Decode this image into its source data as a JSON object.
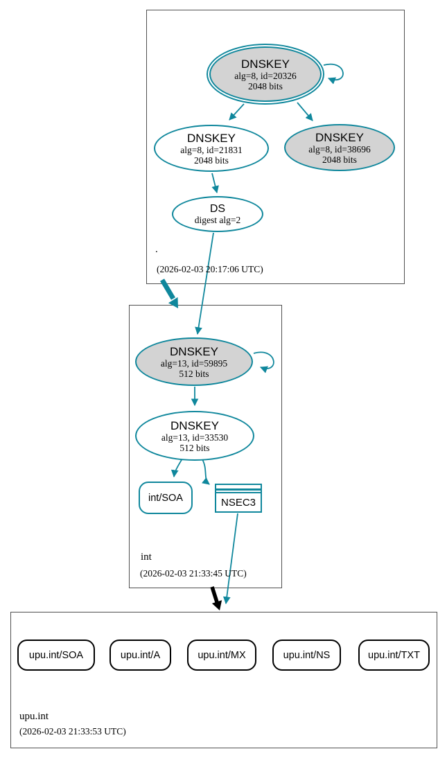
{
  "colors": {
    "secure_teal": "#0f879c",
    "insecure_black": "#000000",
    "key_node_fill": "#d3d3d3",
    "zone_box_border": "#4f4f4f"
  },
  "zones": {
    "root": {
      "label": ".",
      "timestamp": "(2026-02-03 20:17:06 UTC)"
    },
    "int": {
      "label": "int",
      "timestamp": "(2026-02-03 21:33:45 UTC)"
    },
    "upu_int": {
      "label": "upu.int",
      "timestamp": "(2026-02-03 21:33:53 UTC)"
    }
  },
  "nodes": {
    "root_ksk": {
      "title": "DNSKEY",
      "detail": "alg=8, id=20326",
      "size": "2048 bits"
    },
    "root_zsk": {
      "title": "DNSKEY",
      "detail": "alg=8, id=21831",
      "size": "2048 bits"
    },
    "root_key_38696": {
      "title": "DNSKEY",
      "detail": "alg=8, id=38696",
      "size": "2048 bits"
    },
    "root_ds": {
      "title": "DS",
      "detail": "digest alg=2"
    },
    "int_ksk": {
      "title": "DNSKEY",
      "detail": "alg=13, id=59895",
      "size": "512 bits"
    },
    "int_zsk": {
      "title": "DNSKEY",
      "detail": "alg=13, id=33530",
      "size": "512 bits"
    },
    "int_soa": {
      "label": "int/SOA"
    },
    "int_nsec3": {
      "label": "NSEC3"
    },
    "upu_soa": {
      "label": "upu.int/SOA"
    },
    "upu_a": {
      "label": "upu.int/A"
    },
    "upu_mx": {
      "label": "upu.int/MX"
    },
    "upu_ns": {
      "label": "upu.int/NS"
    },
    "upu_txt": {
      "label": "upu.int/TXT"
    }
  }
}
